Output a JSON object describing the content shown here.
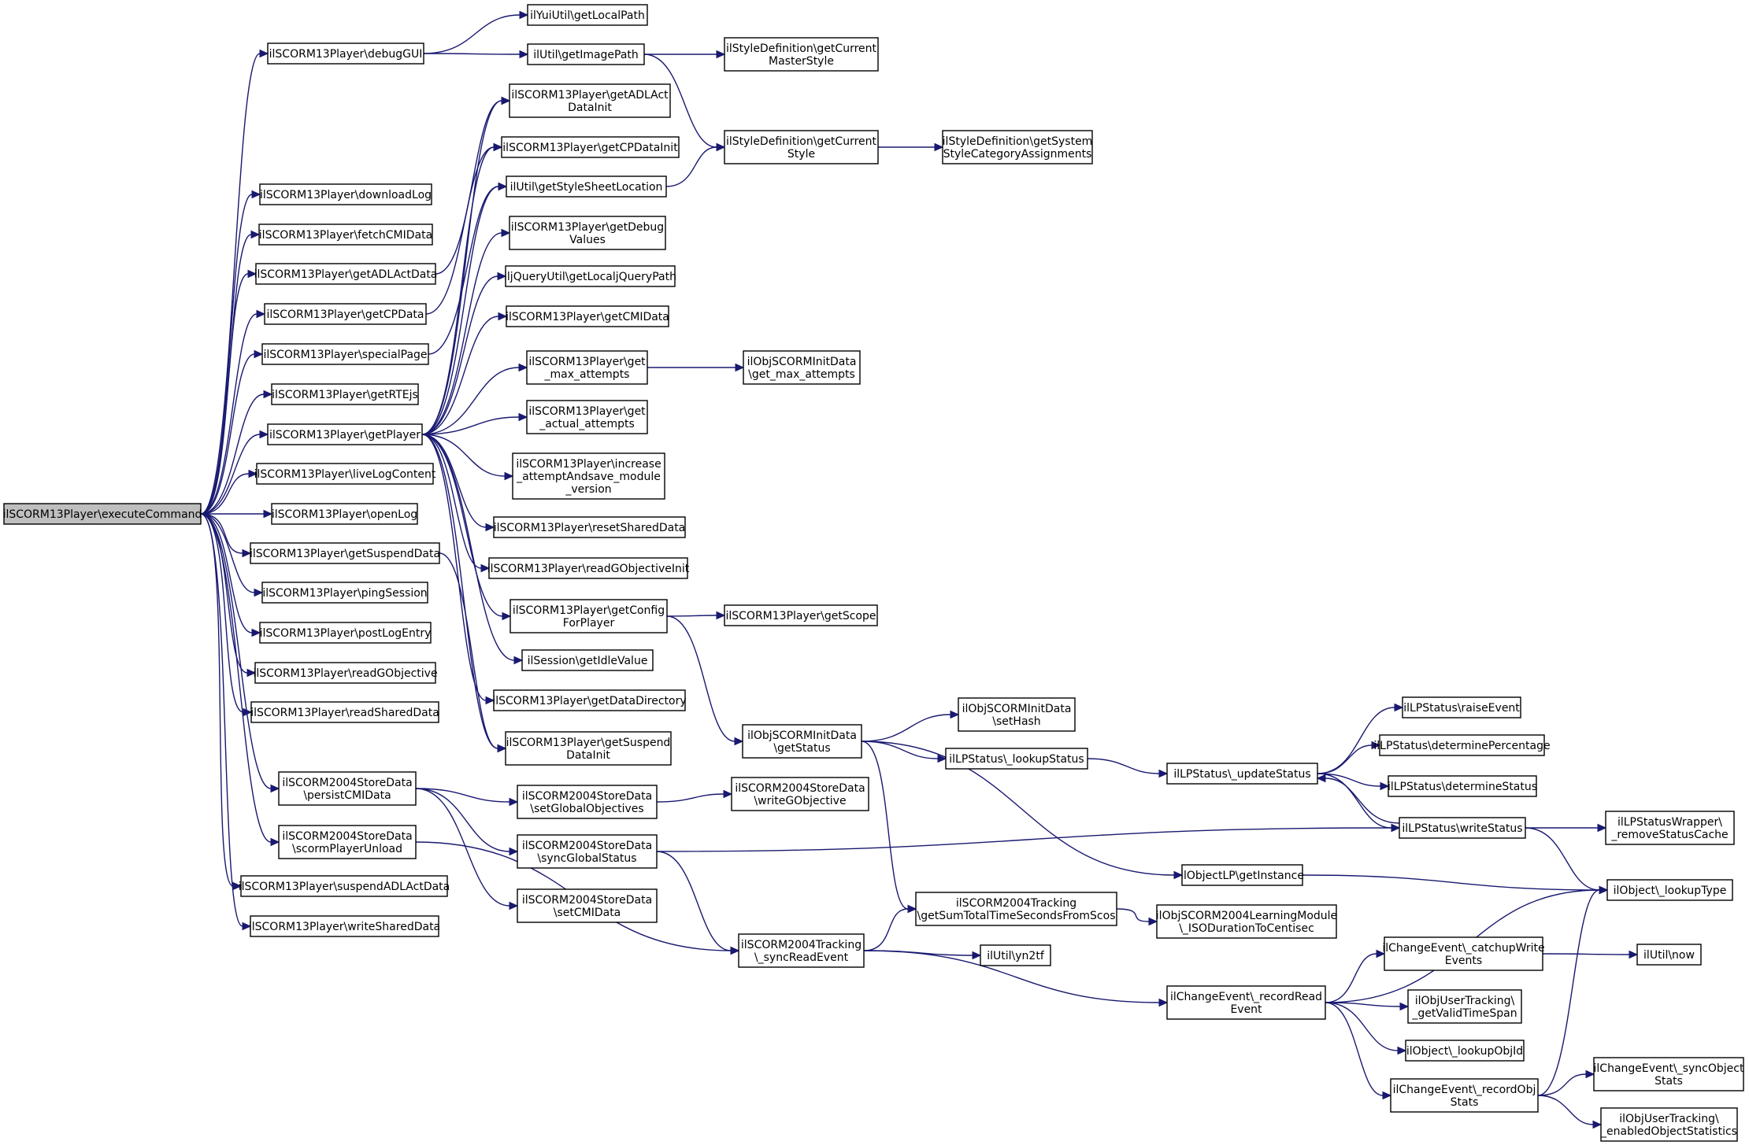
{
  "graph": {
    "nodes": [
      {
        "id": "exec",
        "lines": [
          "ilSCORM13Player\\executeCommand"
        ]
      },
      {
        "id": "debugGUI",
        "lines": [
          "ilSCORM13Player\\debugGUI"
        ]
      },
      {
        "id": "yuiLocal",
        "lines": [
          "ilYuiUtil\\getLocalPath"
        ]
      },
      {
        "id": "imgPath",
        "lines": [
          "ilUtil\\getImagePath"
        ]
      },
      {
        "id": "curMaster",
        "lines": [
          "ilStyleDefinition\\getCurrent",
          "MasterStyle"
        ]
      },
      {
        "id": "curStyle",
        "lines": [
          "ilStyleDefinition\\getCurrent",
          "Style"
        ]
      },
      {
        "id": "sysStyle",
        "lines": [
          "ilStyleDefinition\\getSystem",
          "StyleCategoryAssignments"
        ]
      },
      {
        "id": "adlInit",
        "lines": [
          "ilSCORM13Player\\getADLAct",
          "DataInit"
        ]
      },
      {
        "id": "cpInit",
        "lines": [
          "ilSCORM13Player\\getCPDataInit"
        ]
      },
      {
        "id": "styleSheet",
        "lines": [
          "ilUtil\\getStyleSheetLocation"
        ]
      },
      {
        "id": "debugVals",
        "lines": [
          "ilSCORM13Player\\getDebug",
          "Values"
        ]
      },
      {
        "id": "jquery",
        "lines": [
          "iljQueryUtil\\getLocaljQueryPath"
        ]
      },
      {
        "id": "getCMI",
        "lines": [
          "ilSCORM13Player\\getCMIData"
        ]
      },
      {
        "id": "maxAtt",
        "lines": [
          "ilSCORM13Player\\get",
          "_max_attempts"
        ]
      },
      {
        "id": "initMaxAtt",
        "lines": [
          "ilObjSCORMInitData",
          "\\get_max_attempts"
        ]
      },
      {
        "id": "actAtt",
        "lines": [
          "ilSCORM13Player\\get",
          "_actual_attempts"
        ]
      },
      {
        "id": "incAtt",
        "lines": [
          "ilSCORM13Player\\increase",
          "_attemptAndsave_module",
          "_version"
        ]
      },
      {
        "id": "resetShared",
        "lines": [
          "ilSCORM13Player\\resetSharedData"
        ]
      },
      {
        "id": "readGObjInit",
        "lines": [
          "ilSCORM13Player\\readGObjectiveInit"
        ]
      },
      {
        "id": "getConfig",
        "lines": [
          "ilSCORM13Player\\getConfig",
          "ForPlayer"
        ]
      },
      {
        "id": "getScope",
        "lines": [
          "ilSCORM13Player\\getScope"
        ]
      },
      {
        "id": "idle",
        "lines": [
          "ilSession\\getIdleValue"
        ]
      },
      {
        "id": "dataDir",
        "lines": [
          "ilSCORM13Player\\getDataDirectory"
        ]
      },
      {
        "id": "suspInit",
        "lines": [
          "ilSCORM13Player\\getSuspend",
          "DataInit"
        ]
      },
      {
        "id": "initStatus",
        "lines": [
          "ilObjSCORMInitData",
          "\\getStatus"
        ]
      },
      {
        "id": "setHash",
        "lines": [
          "ilObjSCORMInitData",
          "\\setHash"
        ]
      },
      {
        "id": "lookupStatus",
        "lines": [
          "ilLPStatus\\_lookupStatus"
        ]
      },
      {
        "id": "updateStatus",
        "lines": [
          "ilLPStatus\\_updateStatus"
        ]
      },
      {
        "id": "raiseEvent",
        "lines": [
          "ilLPStatus\\raiseEvent"
        ]
      },
      {
        "id": "detPct",
        "lines": [
          "ilLPStatus\\determinePercentage"
        ]
      },
      {
        "id": "detStatus",
        "lines": [
          "ilLPStatus\\determineStatus"
        ]
      },
      {
        "id": "writeStatus",
        "lines": [
          "ilLPStatus\\writeStatus"
        ]
      },
      {
        "id": "removeCache",
        "lines": [
          "ilLPStatusWrapper\\",
          "_removeStatusCache"
        ]
      },
      {
        "id": "lookupType",
        "lines": [
          "ilObject\\_lookupType"
        ]
      },
      {
        "id": "lpInstance",
        "lines": [
          "ilObjectLP\\getInstance"
        ]
      },
      {
        "id": "downloadLog",
        "lines": [
          "ilSCORM13Player\\downloadLog"
        ]
      },
      {
        "id": "fetchCMI",
        "lines": [
          "ilSCORM13Player\\fetchCMIData"
        ]
      },
      {
        "id": "getADL",
        "lines": [
          "ilSCORM13Player\\getADLActData"
        ]
      },
      {
        "id": "getCP",
        "lines": [
          "ilSCORM13Player\\getCPData"
        ]
      },
      {
        "id": "special",
        "lines": [
          "ilSCORM13Player\\specialPage"
        ]
      },
      {
        "id": "rte",
        "lines": [
          "ilSCORM13Player\\getRTEjs"
        ]
      },
      {
        "id": "getPlayer",
        "lines": [
          "ilSCORM13Player\\getPlayer"
        ]
      },
      {
        "id": "liveLog",
        "lines": [
          "ilSCORM13Player\\liveLogContent"
        ]
      },
      {
        "id": "openLog",
        "lines": [
          "ilSCORM13Player\\openLog"
        ]
      },
      {
        "id": "getSusp",
        "lines": [
          "ilSCORM13Player\\getSuspendData"
        ]
      },
      {
        "id": "ping",
        "lines": [
          "ilSCORM13Player\\pingSession"
        ]
      },
      {
        "id": "postLog",
        "lines": [
          "ilSCORM13Player\\postLogEntry"
        ]
      },
      {
        "id": "readGObj",
        "lines": [
          "ilSCORM13Player\\readGObjective"
        ]
      },
      {
        "id": "readShared",
        "lines": [
          "ilSCORM13Player\\readSharedData"
        ]
      },
      {
        "id": "persistCMI",
        "lines": [
          "ilSCORM2004StoreData",
          "\\persistCMIData"
        ]
      },
      {
        "id": "unload",
        "lines": [
          "ilSCORM2004StoreData",
          "\\scormPlayerUnload"
        ]
      },
      {
        "id": "suspADL",
        "lines": [
          "ilSCORM13Player\\suspendADLActData"
        ]
      },
      {
        "id": "writeShared",
        "lines": [
          "ilSCORM13Player\\writeSharedData"
        ]
      },
      {
        "id": "setGlobObj",
        "lines": [
          "ilSCORM2004StoreData",
          "\\setGlobalObjectives"
        ]
      },
      {
        "id": "writeGObj",
        "lines": [
          "ilSCORM2004StoreData",
          "\\writeGObjective"
        ]
      },
      {
        "id": "syncGlob",
        "lines": [
          "ilSCORM2004StoreData",
          "\\syncGlobalStatus"
        ]
      },
      {
        "id": "setCMI",
        "lines": [
          "ilSCORM2004StoreData",
          "\\setCMIData"
        ]
      },
      {
        "id": "sumTime",
        "lines": [
          "ilSCORM2004Tracking",
          "\\getSumTotalTimeSecondsFromScos"
        ]
      },
      {
        "id": "isoDur",
        "lines": [
          "ilObjSCORM2004LearningModule",
          "\\_ISODurationToCentisec"
        ]
      },
      {
        "id": "syncRead",
        "lines": [
          "ilSCORM2004Tracking",
          "\\_syncReadEvent"
        ]
      },
      {
        "id": "yn2tf",
        "lines": [
          "ilUtil\\yn2tf"
        ]
      },
      {
        "id": "recordRead",
        "lines": [
          "ilChangeEvent\\_recordRead",
          "Event"
        ]
      },
      {
        "id": "catchup",
        "lines": [
          "ilChangeEvent\\_catchupWrite",
          "Events"
        ]
      },
      {
        "id": "utilNow",
        "lines": [
          "ilUtil\\now"
        ]
      },
      {
        "id": "validTime",
        "lines": [
          "ilObjUserTracking\\",
          "_getValidTimeSpan"
        ]
      },
      {
        "id": "lookupObjId",
        "lines": [
          "ilObject\\_lookupObjId"
        ]
      },
      {
        "id": "recordObj",
        "lines": [
          "ilChangeEvent\\_recordObj",
          "Stats"
        ]
      },
      {
        "id": "syncObj",
        "lines": [
          "ilChangeEvent\\_syncObject",
          "Stats"
        ]
      },
      {
        "id": "enabledObj",
        "lines": [
          "ilObjUserTracking\\",
          "_enabledObjectStatistics"
        ]
      }
    ],
    "edges": [
      [
        "exec",
        "debugGUI"
      ],
      [
        "exec",
        "downloadLog"
      ],
      [
        "exec",
        "fetchCMI"
      ],
      [
        "exec",
        "getADL"
      ],
      [
        "exec",
        "getCP"
      ],
      [
        "exec",
        "special"
      ],
      [
        "exec",
        "rte"
      ],
      [
        "exec",
        "getPlayer"
      ],
      [
        "exec",
        "liveLog"
      ],
      [
        "exec",
        "openLog"
      ],
      [
        "exec",
        "getSusp"
      ],
      [
        "exec",
        "ping"
      ],
      [
        "exec",
        "postLog"
      ],
      [
        "exec",
        "readGObj"
      ],
      [
        "exec",
        "readShared"
      ],
      [
        "exec",
        "persistCMI"
      ],
      [
        "exec",
        "unload"
      ],
      [
        "exec",
        "suspADL"
      ],
      [
        "exec",
        "writeShared"
      ],
      [
        "debugGUI",
        "yuiLocal"
      ],
      [
        "debugGUI",
        "imgPath"
      ],
      [
        "imgPath",
        "curMaster"
      ],
      [
        "imgPath",
        "curStyle"
      ],
      [
        "curStyle",
        "sysStyle"
      ],
      [
        "getADL",
        "adlInit"
      ],
      [
        "getCP",
        "cpInit"
      ],
      [
        "special",
        "styleSheet"
      ],
      [
        "styleSheet",
        "curStyle"
      ],
      [
        "getPlayer",
        "adlInit"
      ],
      [
        "getPlayer",
        "cpInit"
      ],
      [
        "getPlayer",
        "styleSheet"
      ],
      [
        "getPlayer",
        "debugVals"
      ],
      [
        "getPlayer",
        "jquery"
      ],
      [
        "getPlayer",
        "getCMI"
      ],
      [
        "getPlayer",
        "maxAtt"
      ],
      [
        "getPlayer",
        "actAtt"
      ],
      [
        "getPlayer",
        "incAtt"
      ],
      [
        "getPlayer",
        "resetShared"
      ],
      [
        "getPlayer",
        "readGObjInit"
      ],
      [
        "getPlayer",
        "getConfig"
      ],
      [
        "getPlayer",
        "idle"
      ],
      [
        "getPlayer",
        "dataDir"
      ],
      [
        "getPlayer",
        "suspInit"
      ],
      [
        "maxAtt",
        "initMaxAtt"
      ],
      [
        "getConfig",
        "getScope"
      ],
      [
        "getConfig",
        "initStatus"
      ],
      [
        "getSusp",
        "suspInit"
      ],
      [
        "initStatus",
        "setHash"
      ],
      [
        "initStatus",
        "lookupStatus"
      ],
      [
        "initStatus",
        "lpInstance"
      ],
      [
        "initStatus",
        "sumTime"
      ],
      [
        "lookupStatus",
        "updateStatus"
      ],
      [
        "updateStatus",
        "raiseEvent"
      ],
      [
        "updateStatus",
        "detPct"
      ],
      [
        "updateStatus",
        "detStatus"
      ],
      [
        "updateStatus",
        "writeStatus"
      ],
      [
        "writeStatus",
        "updateStatus"
      ],
      [
        "writeStatus",
        "removeCache"
      ],
      [
        "writeStatus",
        "lookupType"
      ],
      [
        "lpInstance",
        "lookupType"
      ],
      [
        "persistCMI",
        "setGlobObj"
      ],
      [
        "persistCMI",
        "syncGlob"
      ],
      [
        "persistCMI",
        "setCMI"
      ],
      [
        "setGlobObj",
        "writeGObj"
      ],
      [
        "syncGlob",
        "writeStatus"
      ],
      [
        "syncGlob",
        "syncRead"
      ],
      [
        "unload",
        "syncRead"
      ],
      [
        "syncRead",
        "sumTime"
      ],
      [
        "syncRead",
        "yn2tf"
      ],
      [
        "syncRead",
        "recordRead"
      ],
      [
        "sumTime",
        "isoDur"
      ],
      [
        "recordRead",
        "lookupType"
      ],
      [
        "recordRead",
        "catchup"
      ],
      [
        "recordRead",
        "validTime"
      ],
      [
        "recordRead",
        "lookupObjId"
      ],
      [
        "recordRead",
        "recordObj"
      ],
      [
        "catchup",
        "utilNow"
      ],
      [
        "recordObj",
        "lookupType"
      ],
      [
        "recordObj",
        "syncObj"
      ],
      [
        "recordObj",
        "enabledObj"
      ]
    ]
  },
  "colors": {
    "edge": "#191970",
    "root_fill": "#bfbfbf",
    "node_fill": "#ffffff"
  }
}
